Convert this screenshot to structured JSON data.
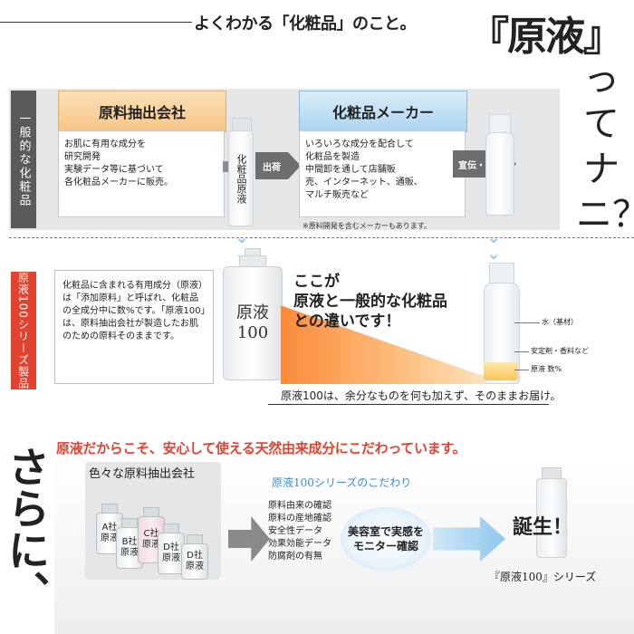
{
  "header": {
    "intro": "よくわかる「化粧品」のこと。",
    "big_title": "『原液』",
    "big_question": "ってナニ？"
  },
  "section1": {
    "side_label": "一般的な化粧品",
    "company": {
      "title": "原料抽出会社",
      "body": "お肌に有用な成分を\n研究開発\n実験データ等に基づいて\n各化粧品メーカーに販売。"
    },
    "vial_label": "化粧品原液",
    "shipping_label": "出荷",
    "maker": {
      "title": "化粧品メーカー",
      "body": "いろいろな成分を配合して\n化粧品を製造\n中間卸を通して店舗販\n売、インターネット、通販、\nマルチ販売など",
      "note": "※原料開発を含むメーカーもあります。"
    },
    "sales_label": "宣伝・販売"
  },
  "section2": {
    "side_label": "原液100シリーズ製品",
    "description": "化粧品に含まれる有用成分（原液）は「添加原料」と呼ばれ、化粧品の全成分中に数%です。「原液100」は、原料抽出会社が製造したお肌のための原料そのままです。",
    "bottle_label_1": "原液",
    "bottle_label_2": "100",
    "callout_1": "ここが",
    "callout_2": "原液と一般的な化粧品",
    "callout_3": "との違いです！",
    "legend_water": "水（基材）",
    "legend_stabilizer": "安定剤・香料など",
    "legend_raw": "原液 数%",
    "caption": "原液100は、余分なものを何も加えず、そのままお届け。"
  },
  "section3": {
    "title": "原液だからこそ、安心して使える天然由来成分にこだわっています。",
    "vertical_text": "さらに、",
    "various_title": "色々な原料抽出会社",
    "vials": [
      {
        "line1": "A社",
        "line2": "原液"
      },
      {
        "line1": "B社",
        "line2": "原液"
      },
      {
        "line1": "C社",
        "line2": "原液"
      },
      {
        "line1": "D社",
        "line2": "原液"
      },
      {
        "line1": "D社",
        "line2": "原液"
      }
    ],
    "commitment_title": "原液100シリーズのこだわり",
    "commitments": [
      "原料由来の確認",
      "原料の産地確認",
      "安全性データ",
      "効果効能データ",
      "防腐剤の有無"
    ],
    "monitor_1": "美容室で実感を",
    "monitor_2": "モニター確認",
    "birth": "誕生！",
    "product_name": "『原液100』シリーズ"
  }
}
